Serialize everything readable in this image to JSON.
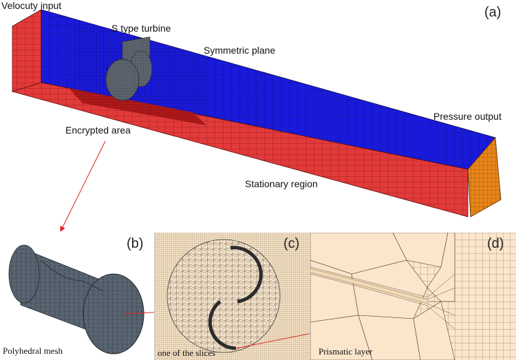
{
  "panel_a": {
    "tag": "(a)",
    "labels": {
      "velocity_input": "Velocuty input",
      "turbine": "S type turbine",
      "symmetric_plane": "Symmetric plane",
      "pressure_output": "Pressure output",
      "encrypted_area": "Encrypted area",
      "stationary_region": "Stationary region"
    }
  },
  "panel_b": {
    "tag": "(b)",
    "caption": "Polyhedral mesh"
  },
  "panel_c": {
    "tag": "(c)",
    "caption": "one of the slices"
  },
  "panel_d": {
    "tag": "(d)",
    "caption": "Prismatic layer"
  },
  "colors": {
    "domain_top": "#1a1adb",
    "domain_side": "#e23a3a",
    "outlet_face": "#e8851a",
    "mesh_lines": "#0a0a55",
    "arrow": "#e0201a",
    "turbine": "#5d6670",
    "slice_background": "#f7e3c6"
  }
}
